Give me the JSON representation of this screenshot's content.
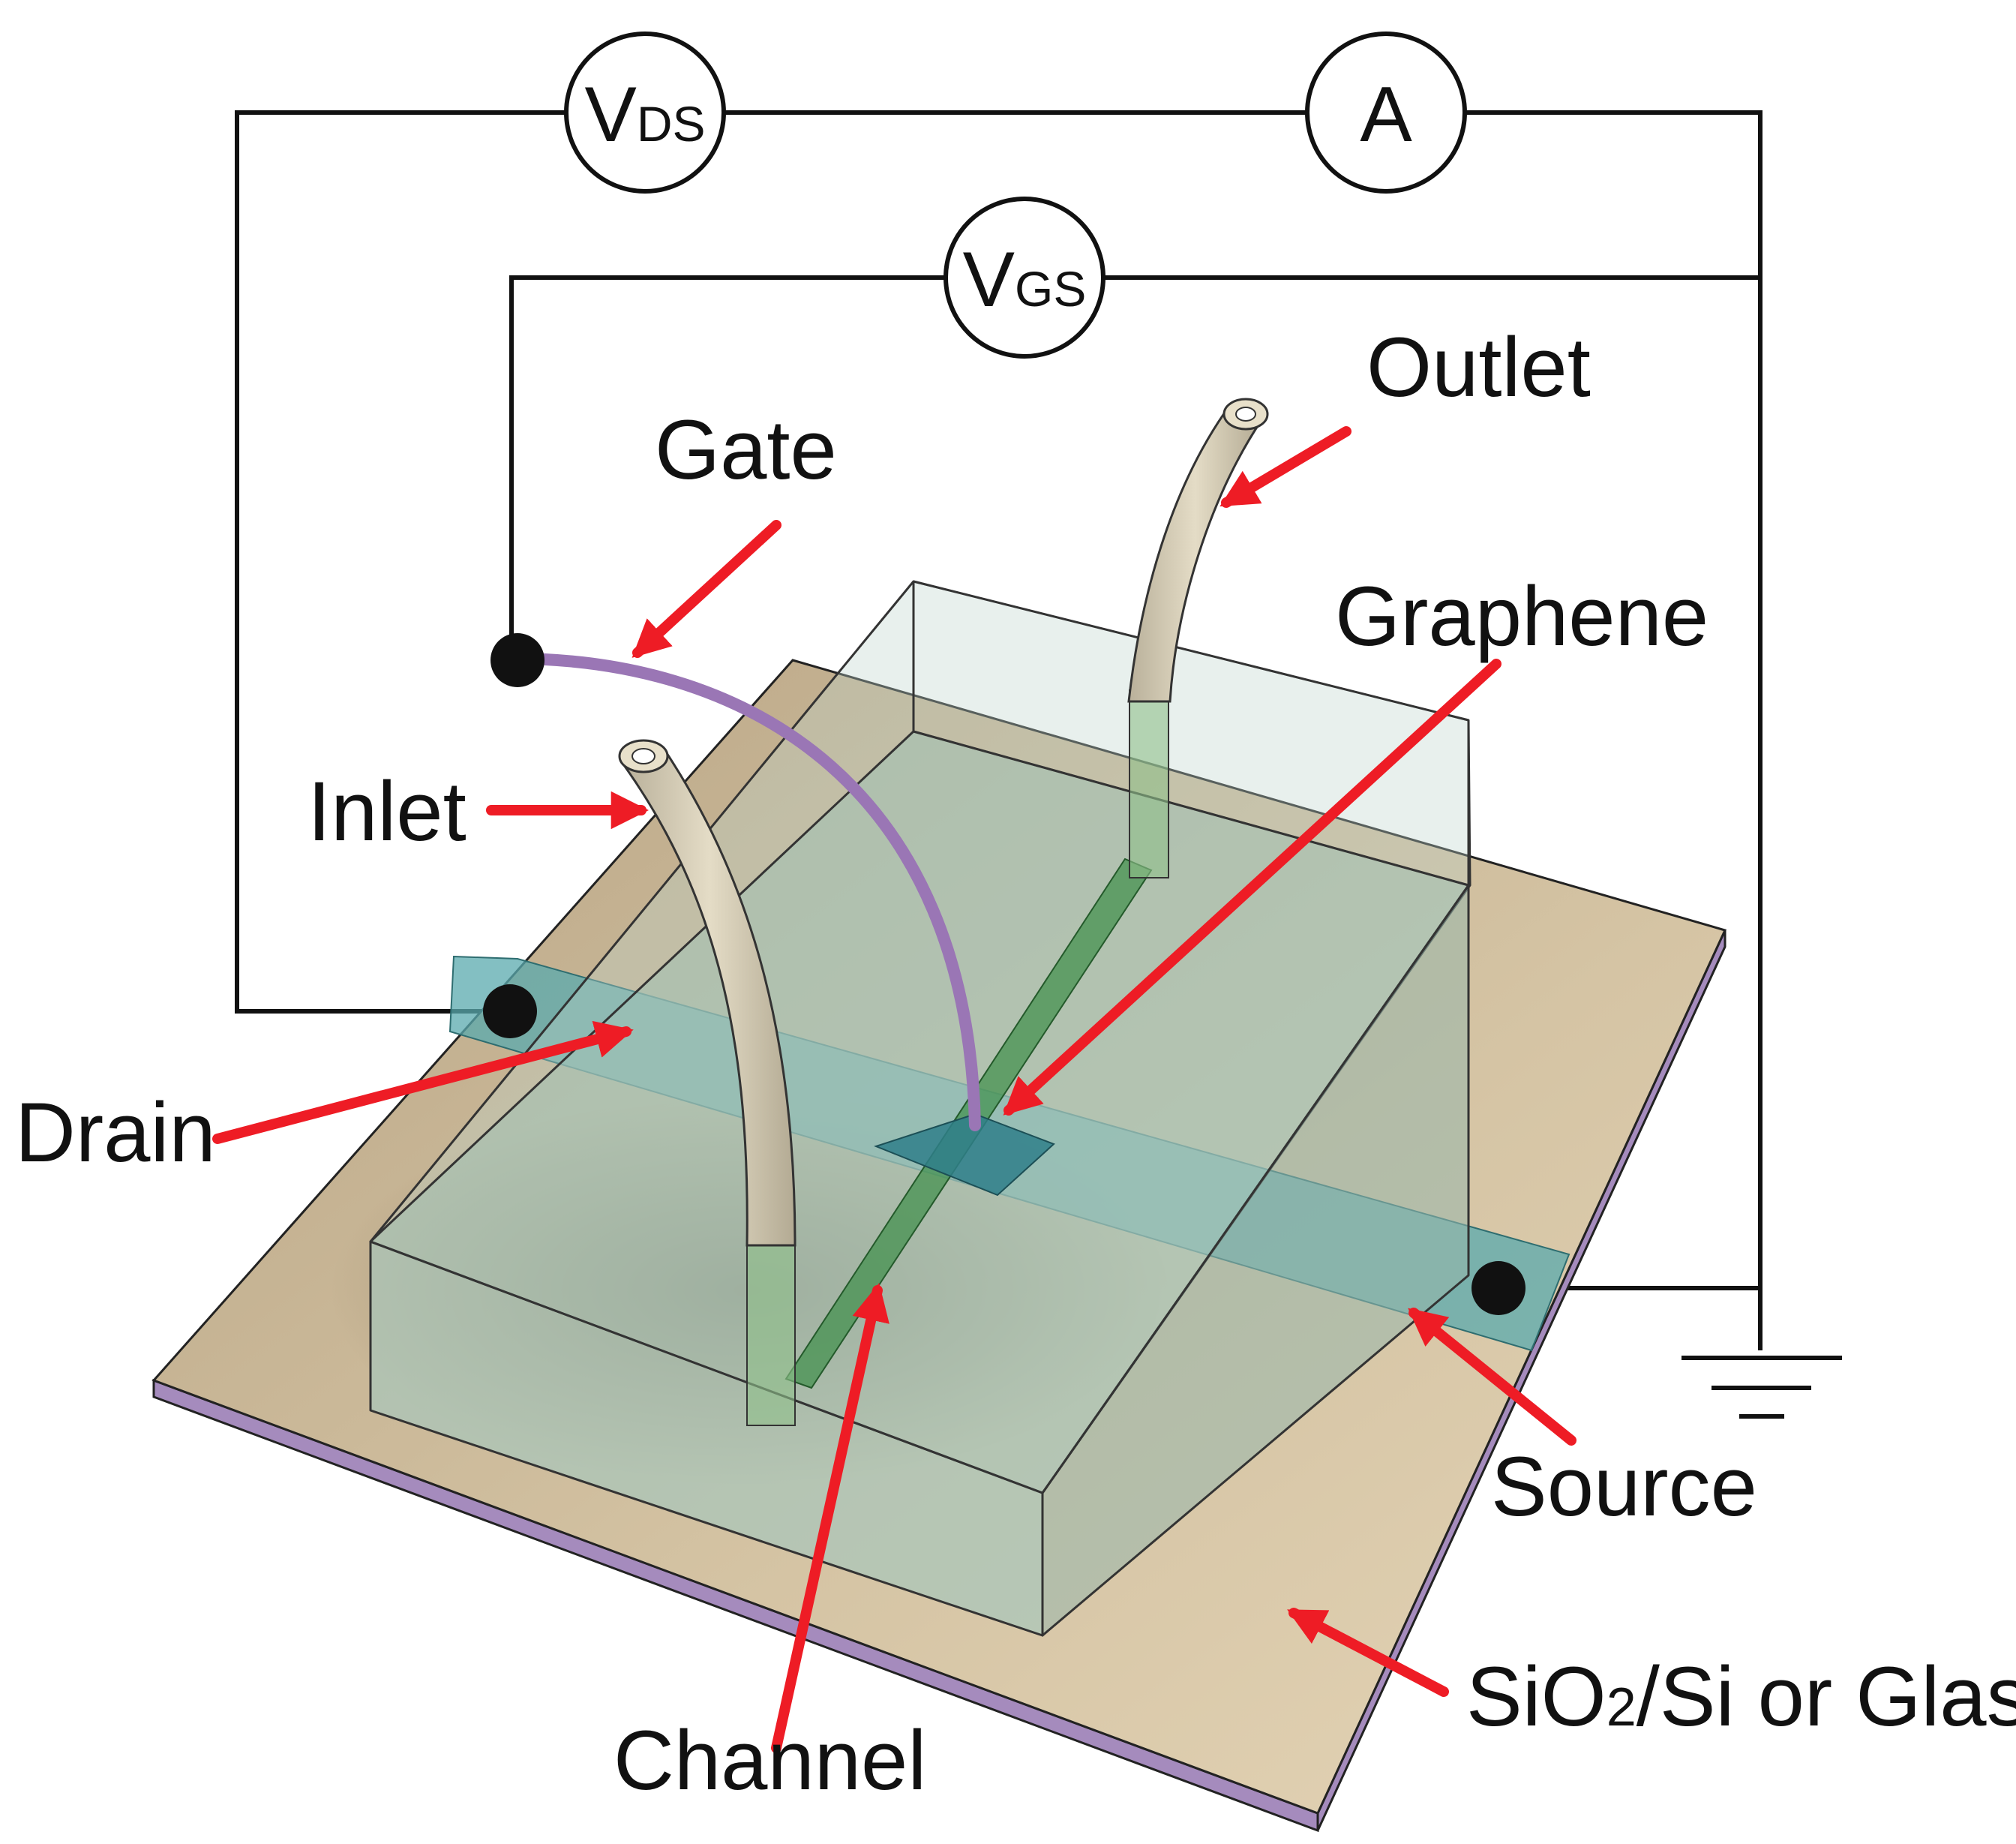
{
  "diagram": {
    "meters": {
      "vds": {
        "main": "V",
        "sub": "DS"
      },
      "ammeter": {
        "main": "A"
      },
      "vgs": {
        "main": "V",
        "sub": "GS"
      }
    },
    "labels": {
      "outlet": "Outlet",
      "gate": "Gate",
      "graphene": "Graphene",
      "inlet": "Inlet",
      "drain": "Drain",
      "source": "Source",
      "channel": "Channel",
      "substrate": {
        "main": "SiO",
        "sub": "2",
        "rest": "/Si or Glass"
      }
    },
    "colors": {
      "substrate_top": "#d6c5a6",
      "substrate_edge": "#a58bbd",
      "pdms_block": "#9fc0b4",
      "electrode": "#5aa9ad",
      "graphene": "#2f7f8a",
      "channel": "#3f8f4a",
      "tube": "#d8d0b8",
      "gate_wire": "#9a76b5",
      "arrow": "#ee1c25",
      "wire": "#111111"
    }
  }
}
